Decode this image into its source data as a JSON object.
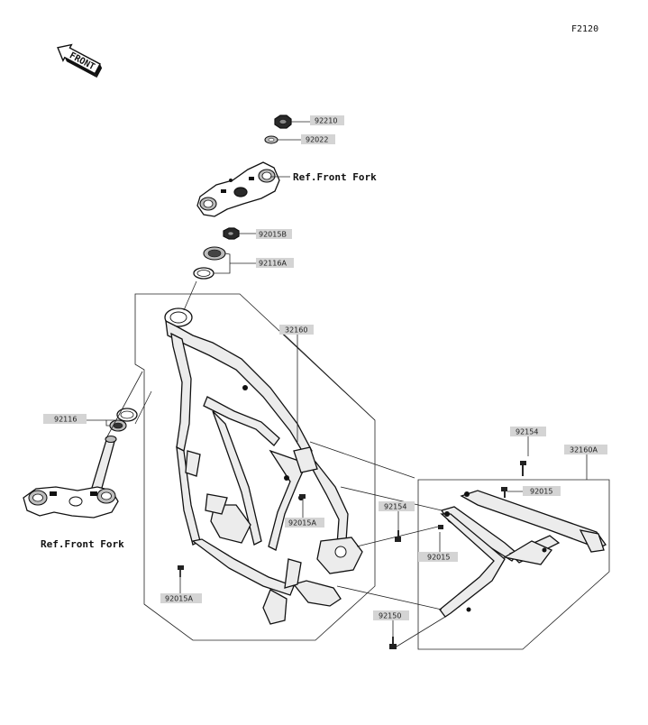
{
  "figure_id": "F2120",
  "front_label": "FRONT",
  "refs": {
    "upper": "Ref.Front Fork",
    "lower": "Ref.Front Fork"
  },
  "callouts": {
    "c92210": "92210",
    "c92022": "92022",
    "c92015B": "92015B",
    "c92116A": "92116A",
    "c32160": "32160",
    "c92116": "92116",
    "c92154a": "92154",
    "c32160A": "32160A",
    "c92015a": "92015",
    "c92154b": "92154",
    "c92015A_mid": "92015A",
    "c92015b": "92015",
    "c92015A_low": "92015A",
    "c92150": "92150"
  }
}
